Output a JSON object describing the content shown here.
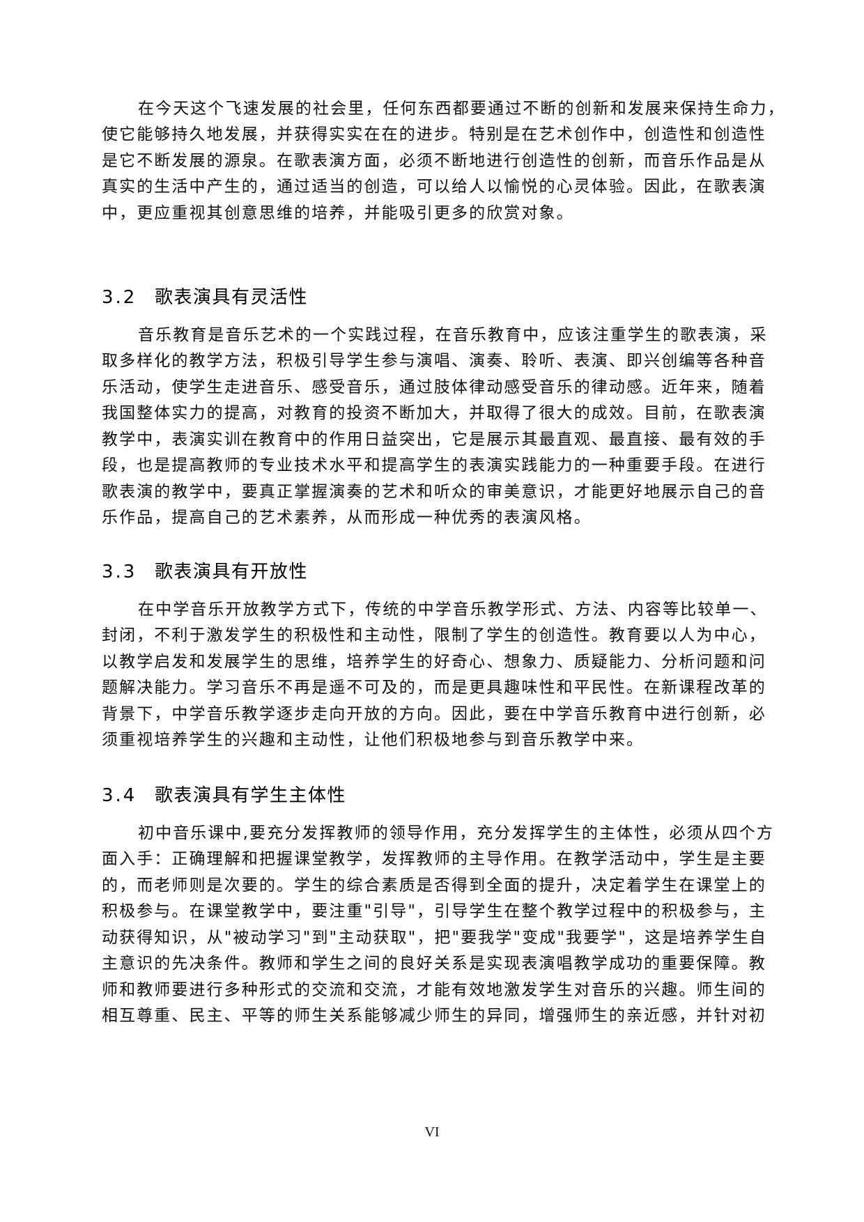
{
  "page_number": "VI",
  "paragraph_1": {
    "lines": [
      "在今天这个飞速发展的社会里，任何东西都要通过不断的创新和发展来保持生命力，",
      "使它能够持久地发展，并获得实实在在的进步。特别是在艺术创作中，创造性和创造性",
      "是它不断发展的源泉。在歌表演方面，必须不断地进行创造性的创新，而音乐作品是从",
      "真实的生活中产生的，通过适当的创造，可以给人以愉悦的心灵体验。因此，在歌表演",
      "中，更应重视其创意思维的培养，并能吸引更多的欣赏对象。"
    ]
  },
  "section_3_2": {
    "number": "3.2",
    "title": "歌表演具有灵活性",
    "lines": [
      "音乐教育是音乐艺术的一个实践过程，在音乐教育中，应该注重学生的歌表演，采",
      "取多样化的教学方法，积极引导学生参与演唱、演奏、聆听、表演、即兴创编等各种音",
      "乐活动，使学生走进音乐、感受音乐，通过肢体律动感受音乐的律动感。近年来，随着",
      "我国整体实力的提高，对教育的投资不断加大，并取得了很大的成效。目前，在歌表演",
      "教学中，表演实训在教育中的作用日益突出，它是展示其最直观、最直接、最有效的手",
      "段，也是提高教师的专业技术水平和提高学生的表演实践能力的一种重要手段。在进行",
      "歌表演的教学中，要真正掌握演奏的艺术和听众的审美意识，才能更好地展示自己的音",
      "乐作品，提高自己的艺术素养，从而形成一种优秀的表演风格。"
    ]
  },
  "section_3_3": {
    "number": "3.3",
    "title": "歌表演具有开放性",
    "lines": [
      "在中学音乐开放教学方式下，传统的中学音乐教学形式、方法、内容等比较单一、",
      "封闭，不利于激发学生的积极性和主动性，限制了学生的创造性。教育要以人为中心，",
      "以教学启发和发展学生的思维，培养学生的好奇心、想象力、质疑能力、分析问题和问",
      "题解决能力。学习音乐不再是遥不可及的，而是更具趣味性和平民性。在新课程改革的",
      "背景下，中学音乐教学逐步走向开放的方向。因此，要在中学音乐教育中进行创新，必",
      "须重视培养学生的兴趣和主动性，让他们积极地参与到音乐教学中来。"
    ]
  },
  "section_3_4": {
    "number": "3.4",
    "title": "歌表演具有学生主体性",
    "lines": [
      "初中音乐课中,要充分发挥教师的领导作用，充分发挥学生的主体性，必须从四个方",
      "面入手：正确理解和把握课堂教学，发挥教师的主导作用。在教学活动中，学生是主要",
      "的，而老师则是次要的。学生的综合素质是否得到全面的提升，决定着学生在课堂上的",
      "积极参与。在课堂教学中，要注重\"引导\"，引导学生在整个教学过程中的积极参与，主",
      "动获得知识，从\"被动学习\"到\"主动获取\"，把\"要我学\"变成\"我要学\"，这是培养学生自",
      "主意识的先决条件。教师和学生之间的良好关系是实现表演唱教学成功的重要保障。教",
      "师和教师要进行多种形式的交流和交流，才能有效地激发学生对音乐的兴趣。师生间的",
      "相互尊重、民主、平等的师生关系能够减少师生的异同，增强师生的亲近感，并针对初"
    ]
  }
}
